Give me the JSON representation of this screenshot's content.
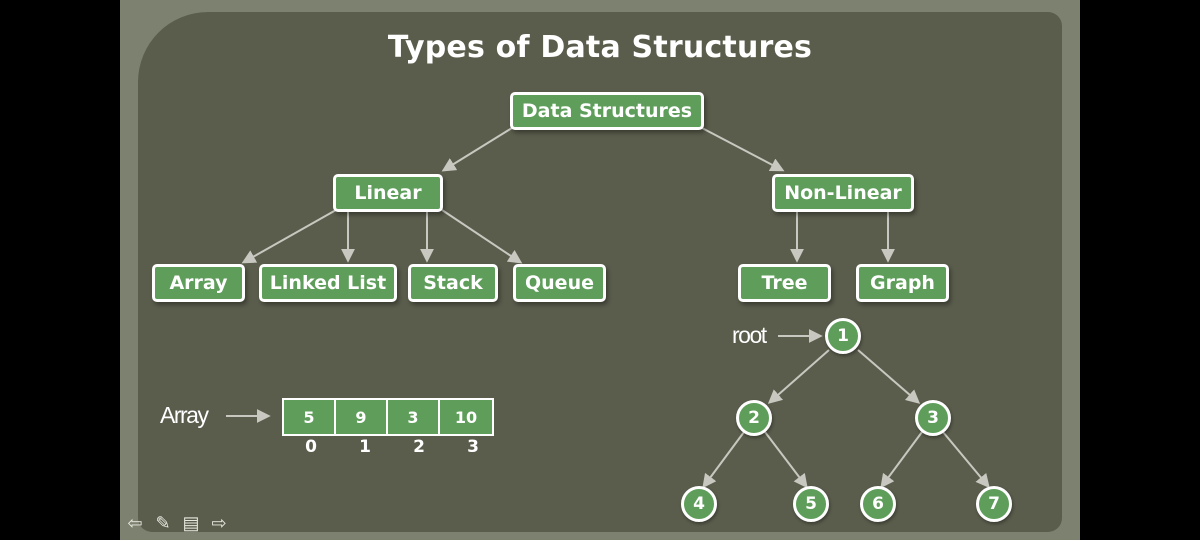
{
  "title": "Types of Data Structures",
  "nodes": {
    "root": "Data Structures",
    "linear": "Linear",
    "nonlinear": "Non-Linear",
    "array": "Array",
    "linked_list": "Linked List",
    "stack": "Stack",
    "queue": "Queue",
    "tree": "Tree",
    "graph": "Graph"
  },
  "array_example": {
    "label": "Array",
    "values": [
      "5",
      "9",
      "3",
      "10"
    ],
    "indices": [
      "0",
      "1",
      "2",
      "3"
    ]
  },
  "tree_example": {
    "root_label": "root",
    "nodes": [
      "1",
      "2",
      "3",
      "4",
      "5",
      "6",
      "7"
    ]
  },
  "colors": {
    "node_fill": "#5e9e5a",
    "slide_bg": "#5a5d4c",
    "frame": "#7d8270",
    "arrow": "#c8c8c0"
  },
  "toolbar_icons": [
    "prev-arrow-icon",
    "pen-icon",
    "menu-icon",
    "next-arrow-icon"
  ]
}
